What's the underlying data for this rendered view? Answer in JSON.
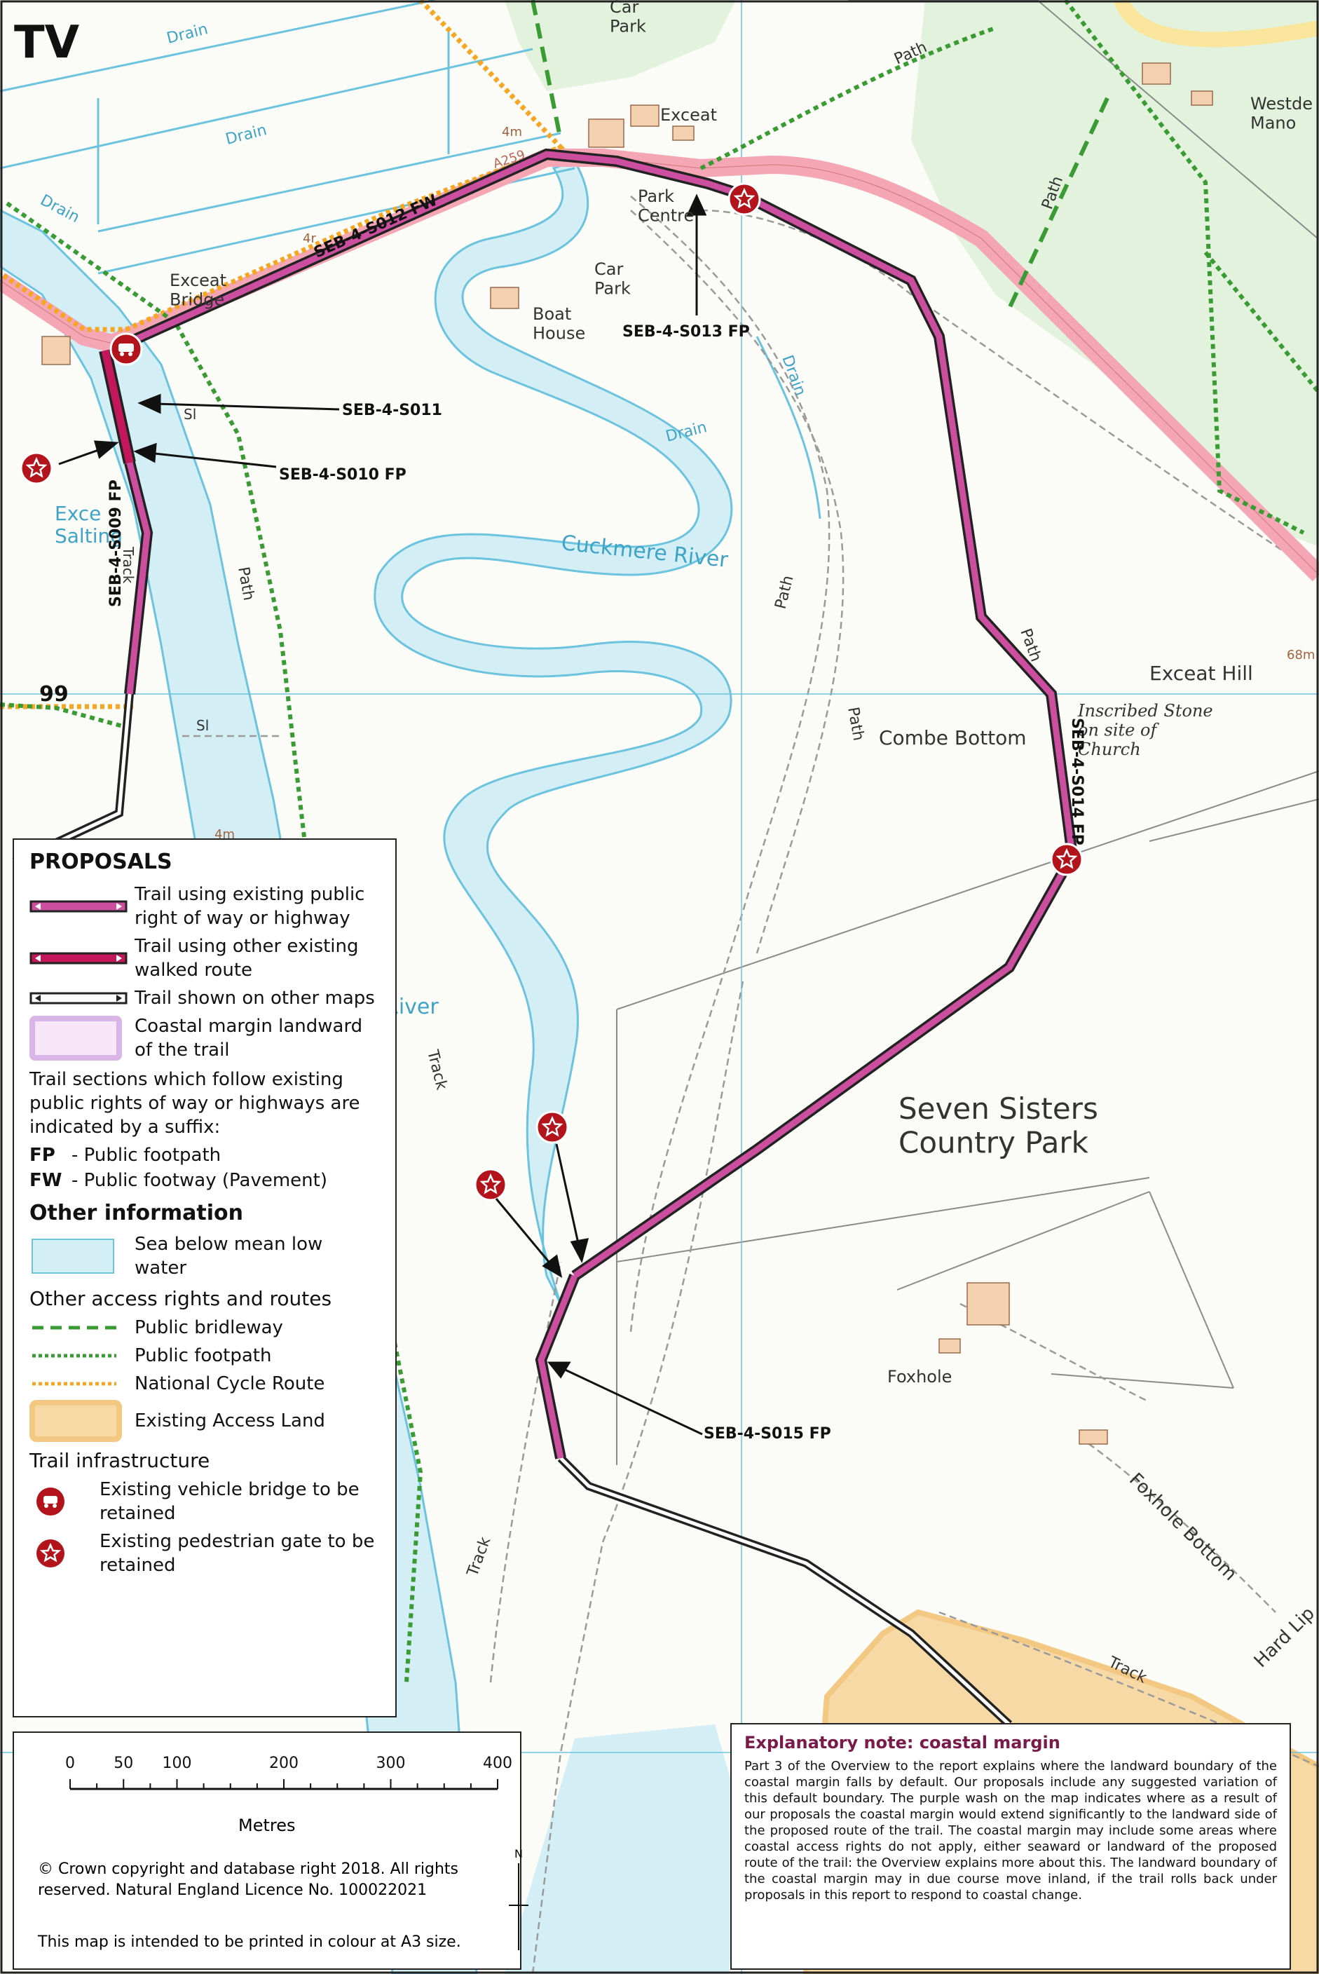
{
  "grid_ref": "TV",
  "place_labels": {
    "car_park_top": "Car\nPark",
    "exceat": "Exceat",
    "westdean_manor": "Westde\nMano",
    "park_centre": "Park\nCentre",
    "car_park_mid": "Car\nPark",
    "boat_house": "Boat\nHouse",
    "exceat_bridge": "Exceat\nBridge",
    "exceat_saltings": "Exce\nSalting",
    "cuckmere_river": "Cuckmere River",
    "river_lower": "e River",
    "exceat_hill": "Exceat Hill",
    "height_68": "68m",
    "height_4m_a": "4m",
    "height_4m_b": "4r",
    "height_4m_c": "4m",
    "combe_bottom": "Combe Bottom",
    "inscribed_stone": "Inscribed Stone\non site of\nChurch",
    "seven_sisters": "Seven Sisters\nCountry Park",
    "foxhole": "Foxhole",
    "foxhole_bottom": "Foxhole Bottom",
    "hard_lip": "Hard Lip",
    "grid_99": "99",
    "drain": "Drain",
    "path": "Path",
    "track": "Track",
    "sl": "Sl",
    "a259": "A259"
  },
  "sections": {
    "s009": "SEB-4-S009 FP",
    "s010": "SEB-4-S010 FP",
    "s011": "SEB-4-S011",
    "s012": "SEB-4-S012 FW",
    "s013": "SEB-4-S013 FP",
    "s014": "SEB-4-S014 FP",
    "s015": "SEB-4-S015 FP"
  },
  "legend": {
    "proposals_title": "PROPOSALS",
    "trail_existing_prow": "Trail using existing public right of way or highway",
    "trail_other_walked": "Trail using other existing walked route",
    "trail_other_maps": "Trail shown on other maps",
    "coastal_margin": "Coastal margin landward of the trail",
    "suffix_note": "Trail sections which follow existing public rights of way or highways are indicated by a suffix:",
    "fp_abbr": "FP",
    "fp_text": "- Public footpath",
    "fw_abbr": "FW",
    "fw_text": "- Public footway (Pavement)",
    "other_info_title": "Other information",
    "sea_below": "Sea below mean low water",
    "access_title": "Other access rights and routes",
    "bridleway": "Public bridleway",
    "footpath": "Public footpath",
    "cycle_route": "National Cycle Route",
    "access_land": "Existing Access Land",
    "infra_title": "Trail infrastructure",
    "vehicle_bridge": "Existing vehicle bridge to be retained",
    "pedestrian_gate": "Existing pedestrian gate to be retained"
  },
  "scale": {
    "ticks": [
      "0",
      "50",
      "100",
      "200",
      "300",
      "400"
    ],
    "unit": "Metres",
    "north": "N"
  },
  "copyright": "© Crown copyright and database right 2018. All rights reserved. Natural England Licence No. 100022021",
  "print_note": "This map is intended to be printed in colour at A3 size.",
  "note": {
    "title": "Explanatory note: coastal margin",
    "body": "Part 3 of the Overview to the report explains where the landward boundary of the coastal margin falls by default. Our proposals include any suggested variation of this default boundary. The purple wash on the map indicates where as a result of our proposals the coastal margin would extend significantly to the landward side of the proposed route of the trail. The coastal margin may include some areas where coastal access rights do not apply, either seaward or landward of the proposed route of the trail: the Overview explains more about this. The landward boundary of the coastal margin may in due course move inland, if the trail rolls back under proposals in this report to respond to coastal change."
  },
  "colors": {
    "trail_prow": "#cc4f9f",
    "trail_other": "#c2185b",
    "water": "#d4eef6",
    "water_line": "#6cc3dd",
    "bridleway": "#3a9b35",
    "cycle": "#f5a623",
    "access_land": "#f7d9a5",
    "road": "#f4a6b5",
    "woodland": "#e2f2dc",
    "infra_red": "#b3131b"
  }
}
